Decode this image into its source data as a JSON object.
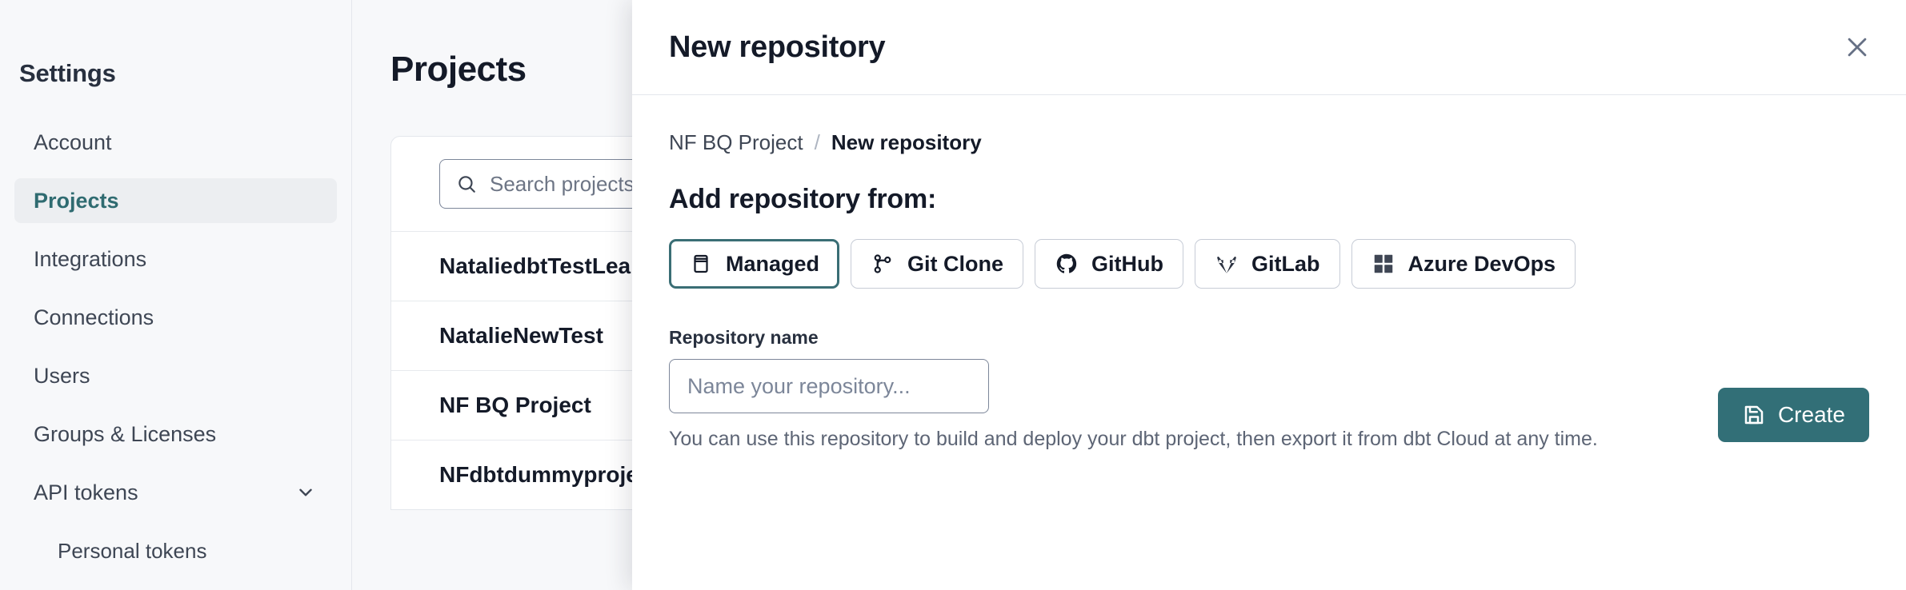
{
  "sidebar": {
    "title": "Settings",
    "items": [
      {
        "label": "Account",
        "active": false,
        "sub": false,
        "chevron": false
      },
      {
        "label": "Projects",
        "active": true,
        "sub": false,
        "chevron": false
      },
      {
        "label": "Integrations",
        "active": false,
        "sub": false,
        "chevron": false
      },
      {
        "label": "Connections",
        "active": false,
        "sub": false,
        "chevron": false
      },
      {
        "label": "Users",
        "active": false,
        "sub": false,
        "chevron": false
      },
      {
        "label": "Groups & Licenses",
        "active": false,
        "sub": false,
        "chevron": false
      },
      {
        "label": "API tokens",
        "active": false,
        "sub": false,
        "chevron": true
      },
      {
        "label": "Personal tokens",
        "active": false,
        "sub": true,
        "chevron": false
      }
    ]
  },
  "main": {
    "page_title": "Projects",
    "search": {
      "placeholder": "Search projects by name",
      "icon": "search-icon"
    },
    "projects": [
      "NataliedbtTestLearn T",
      "NatalieNewTest",
      "NF BQ Project",
      "NFdbtdummyproject"
    ]
  },
  "modal": {
    "title": "New repository",
    "close_icon": "close-icon",
    "breadcrumb": {
      "parent": "NF BQ Project",
      "separator": "/",
      "current": "New repository"
    },
    "section_title": "Add repository from:",
    "sources": [
      {
        "label": "Managed",
        "icon": "database-icon",
        "selected": true
      },
      {
        "label": "Git Clone",
        "icon": "git-branch-icon",
        "selected": false
      },
      {
        "label": "GitHub",
        "icon": "github-icon",
        "selected": false
      },
      {
        "label": "GitLab",
        "icon": "gitlab-icon",
        "selected": false
      },
      {
        "label": "Azure DevOps",
        "icon": "azure-devops-icon",
        "selected": false
      }
    ],
    "repo_name_label": "Repository name",
    "repo_name_value": "",
    "repo_name_placeholder": "Name your repository...",
    "create_label": "Create",
    "create_icon": "save-icon",
    "helper_text": "You can use this repository to build and deploy your dbt project, then export it from dbt Cloud at any time."
  },
  "colors": {
    "accent_teal": "#326f77",
    "selected_border": "#3a6e75",
    "text_dark": "#141a28",
    "bg": "#f7f8fa"
  }
}
